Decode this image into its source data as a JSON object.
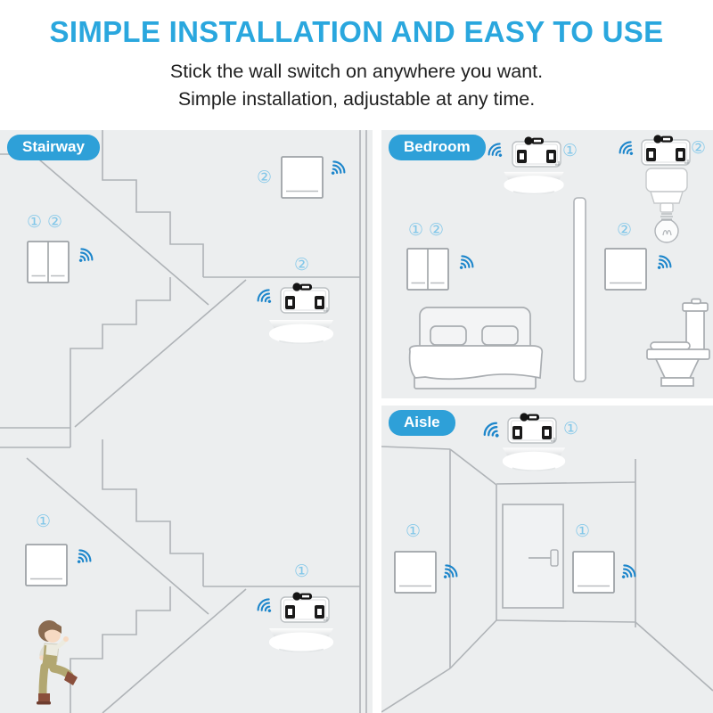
{
  "header": {
    "title": "SIMPLE INSTALLATION AND EASY TO USE",
    "subtitle_line1": "Stick the wall switch on anywhere you want.",
    "subtitle_line2": "Simple installation,  adjustable at any time."
  },
  "colors": {
    "title_blue": "#2AA7DE",
    "badge_blue": "#2EA0D8",
    "wifi_blue": "#1D86CB",
    "marker_blue": "#82C7E9",
    "panel_background": "#ECEEEF",
    "line_gray": "#AFB3B7",
    "subtitle_text": "#1F1F1F"
  },
  "icons": {
    "wifi": "wifi-signal-arcs",
    "relay": "wireless-relay-module",
    "lamp": "ceiling-lamp",
    "switch_1gang": "wall-switch-1-gang",
    "switch_2gang": "wall-switch-2-gang",
    "bulb_fixture": "pendant-bulb-fixture",
    "bed": "double-bed",
    "toilet": "toilet",
    "door": "door",
    "boy": "child-walking-upstairs"
  },
  "panels": {
    "stairway": {
      "badge": "Stairway",
      "markers": {
        "top_switch": "②",
        "gang_left": "①",
        "gang_right": "②",
        "upper_relay": "②",
        "lower_switch": "①",
        "lower_relay": "①"
      }
    },
    "bedroom": {
      "badge": "Bedroom",
      "markers": {
        "left_relay": "①",
        "right_relay": "②",
        "gang_left": "①",
        "gang_right": "②",
        "right_switch": "②"
      }
    },
    "aisle": {
      "badge": "Aisle",
      "markers": {
        "relay": "①",
        "left_switch": "①",
        "right_switch": "①"
      }
    }
  }
}
